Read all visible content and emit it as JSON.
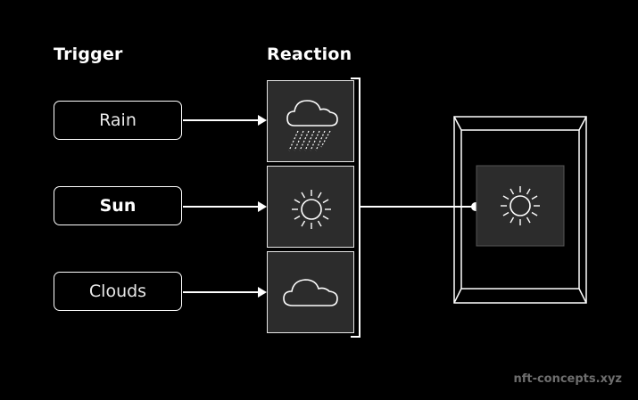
{
  "headers": {
    "trigger": "Trigger",
    "reaction": "Reaction"
  },
  "triggers": [
    {
      "label": "Rain",
      "bold": false
    },
    {
      "label": "Sun",
      "bold": true
    },
    {
      "label": "Clouds",
      "bold": false
    }
  ],
  "reactions": [
    {
      "icon": "rain-cloud-icon"
    },
    {
      "icon": "sun-icon"
    },
    {
      "icon": "cloud-icon"
    }
  ],
  "output": {
    "icon": "sun-icon",
    "active_trigger": "Sun"
  },
  "watermark": "nft-concepts.xyz",
  "colors": {
    "background": "#000000",
    "stroke": "#ffffff",
    "tile": "#2c2c2c",
    "watermark": "#6e6e6e"
  }
}
